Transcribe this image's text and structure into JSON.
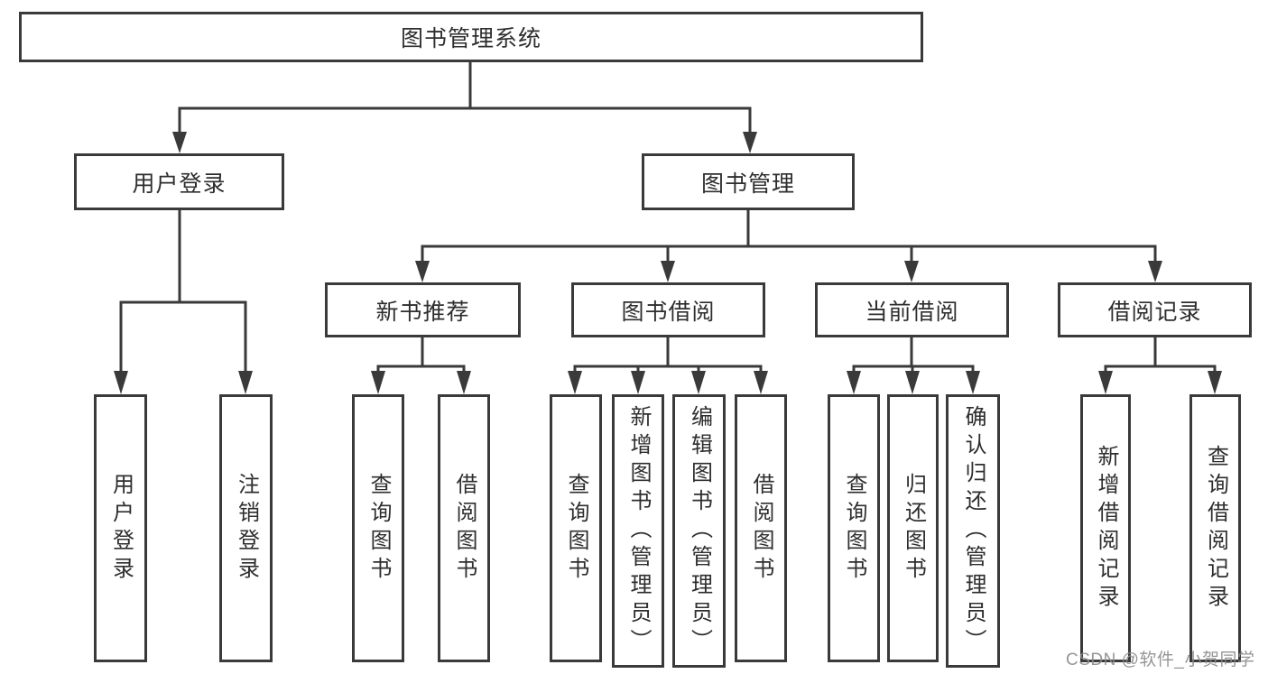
{
  "nodes": {
    "root": "图书管理系统",
    "level2": {
      "user_login": "用户登录",
      "book_mgmt": "图书管理"
    },
    "level3": {
      "new_book_rec": "新书推荐",
      "book_borrow": "图书借阅",
      "current_borrow": "当前借阅",
      "borrow_record": "借阅记录"
    },
    "leaves": {
      "user_login": "用户登录",
      "logout": "注销登录",
      "rec_query_book": "查询图书",
      "rec_borrow_book": "借阅图书",
      "bb_query_book": "查询图书",
      "bb_add_book": "新增图书（管理员）",
      "bb_edit_book": "编辑图书（管理员）",
      "bb_borrow_book": "借阅图书",
      "cb_query_book": "查询图书",
      "cb_return_book": "归还图书",
      "cb_confirm_return": "确认归还（管理员）",
      "br_add_record": "新增借阅记录",
      "br_query_record": "查询借阅记录"
    }
  },
  "colors": {
    "line": "#3a3a3a",
    "text": "#2e2e2e",
    "watermark": "#8c8c8c",
    "background": "#ffffff"
  },
  "watermark": "CSDN @软件_小贺同学"
}
